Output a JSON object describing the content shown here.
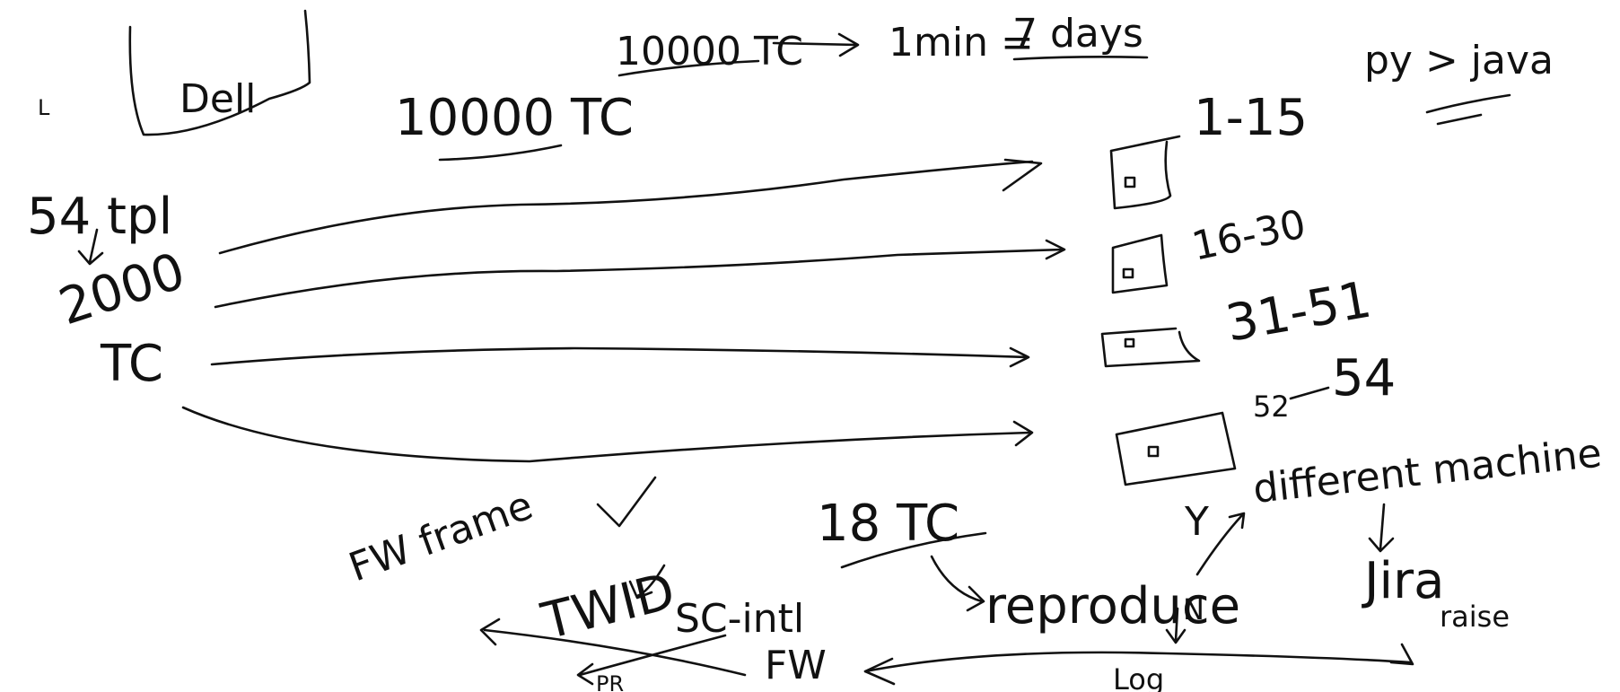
{
  "labels": {
    "dell": "Dell",
    "tc_10000_left": "10000 TC",
    "tc_10000_top": "10000 TC",
    "one_min": "1min =",
    "seven_days": "7 days",
    "py_java": "py > java",
    "tpl_54": "54 tpl",
    "tc_2000": "2000",
    "tc_unit": "TC",
    "range_1": "1-15",
    "range_2": "16-30",
    "range_3": "31-51",
    "range_4_small": "52",
    "range_4": "54",
    "different_machine": "different machine",
    "jira": "Jira",
    "raise": "raise",
    "tc_18": "18 TC",
    "reproduce": "reproduce",
    "n": "N",
    "y": "Y",
    "log": "Log",
    "fw_frame": "FW frame",
    "twid": "TWID",
    "sc_intl": "SC-intl",
    "fw": "FW",
    "pr": "PR",
    "check": "✓",
    "side_mark": "L"
  }
}
